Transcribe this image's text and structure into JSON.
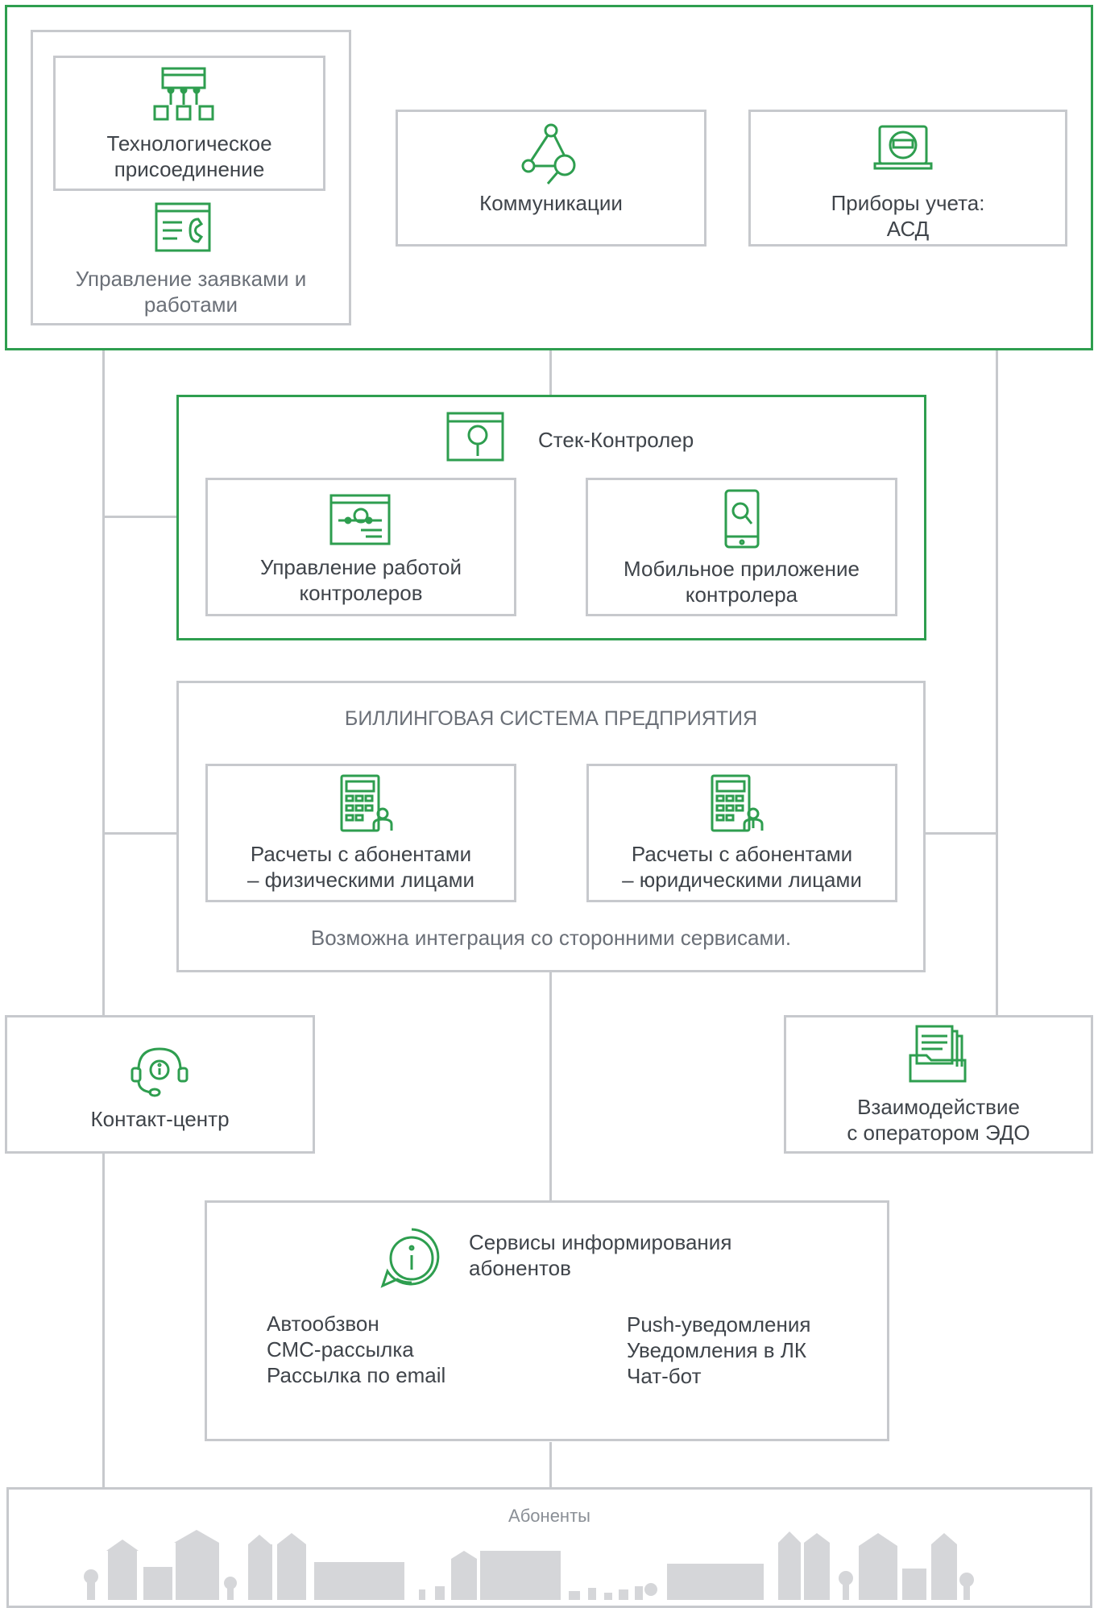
{
  "tech_block": {
    "tech_connection": "Технологическое\nприсоединение",
    "request_management": "Управление заявками и\nработами"
  },
  "communications": "Коммуникации",
  "meters": "Приборы учета:\nАСД",
  "controller": {
    "title": "Стек-Контролер",
    "work_management": "Управление работой\nконтролеров",
    "mobile_app": "Мобильное приложение\nконтролера"
  },
  "billing": {
    "title": "БИЛЛИНГОВАЯ СИСТЕМА ПРЕДПРИЯТИЯ",
    "individuals": "Расчеты с абонентами\n– физическими лицами",
    "legal": "Расчеты с абонентами\n– юридическими лицами",
    "note": "Возможна интеграция со сторонними сервисами."
  },
  "contact_center": "Контакт-центр",
  "edo": "Взаимодействие\nс оператором ЭДО",
  "info_services": {
    "title": "Сервисы информирования\nабонентов",
    "left_items": [
      "Автообзвон",
      "СМС-рассылка",
      "Рассылка по email"
    ],
    "right_items": [
      "Push-уведомления",
      "Уведомления в ЛК",
      "Чат-бот"
    ]
  },
  "subscribers": "Абоненты",
  "colors": {
    "green": "#2e9e4f",
    "gray_line": "#c7c9cd",
    "text": "#3f444a"
  }
}
